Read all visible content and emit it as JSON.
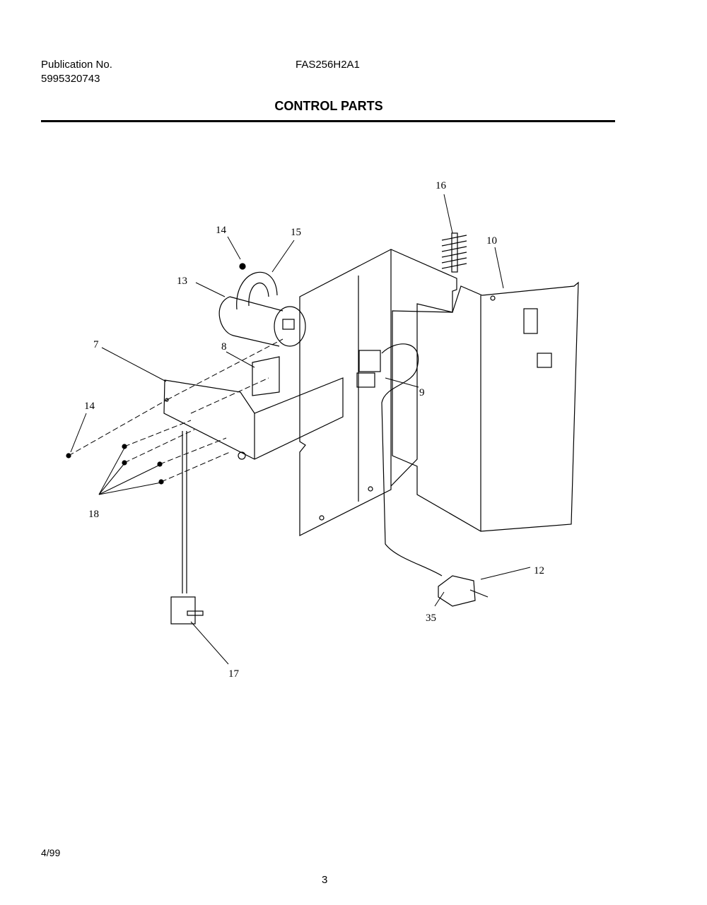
{
  "header": {
    "publication_label": "Publication No.",
    "publication_number": "5995320743",
    "model": "FAS256H2A1",
    "section_title": "CONTROL PARTS"
  },
  "diagram": {
    "callouts": [
      "16",
      "14",
      "15",
      "10",
      "13",
      "7",
      "8",
      "9",
      "14",
      "18",
      "12",
      "35",
      "17"
    ]
  },
  "footer": {
    "date": "4/99",
    "page_number": "3"
  }
}
